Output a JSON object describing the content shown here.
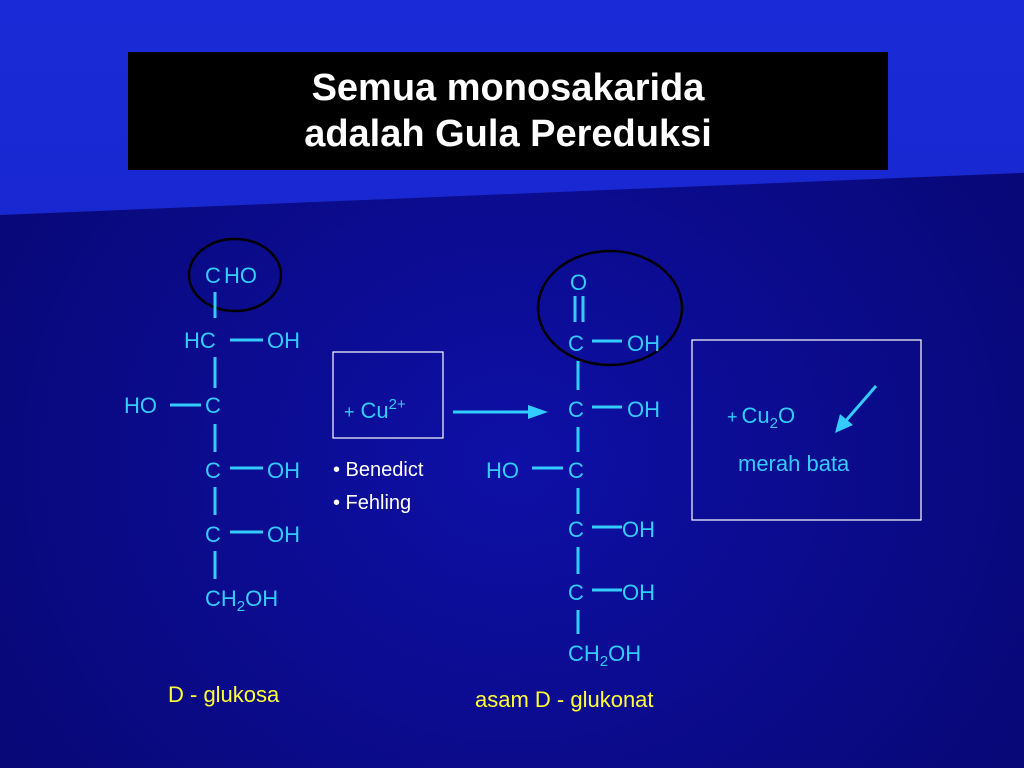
{
  "title": {
    "line1": "Semua monosakarida",
    "line2": "adalah Gula Pereduksi"
  },
  "glucose": {
    "c1": "C",
    "c1_group": "HO",
    "r2_left": "HC",
    "r2_right": "OH",
    "r3_left": "HO",
    "r3_center": "C",
    "r4_center": "C",
    "r4_right": "OH",
    "r5_center": "C",
    "r5_right": "OH",
    "c6_c": "C",
    "c6_h": "H",
    "c6_sub": "2",
    "c6_oh": "OH",
    "label": "D - glukosa"
  },
  "reagent": {
    "plus": "+",
    "cu": "Cu",
    "charge": "2+",
    "bullets": [
      "• Benedict",
      "• Fehling"
    ]
  },
  "gluconate": {
    "o_top": "O",
    "r1_center": "C",
    "r1_right": "OH",
    "r2_center": "C",
    "r2_right": "OH",
    "r3_left": "HO",
    "r3_center": "C",
    "r4_center": "C",
    "r4_right": "OH",
    "r5_center": "C",
    "r5_right": "OH",
    "c6_c": "C",
    "c6_h": "H",
    "c6_sub": "2",
    "c6_oh": "OH",
    "label": "asam D - glukonat"
  },
  "product": {
    "plus": "+",
    "cu": "Cu",
    "sub": "2",
    "o": "O",
    "note": "merah bata"
  },
  "colors": {
    "text": "#33ccff",
    "label": "#ffff33",
    "title_bg": "#000000",
    "background": "#0a0a78"
  }
}
